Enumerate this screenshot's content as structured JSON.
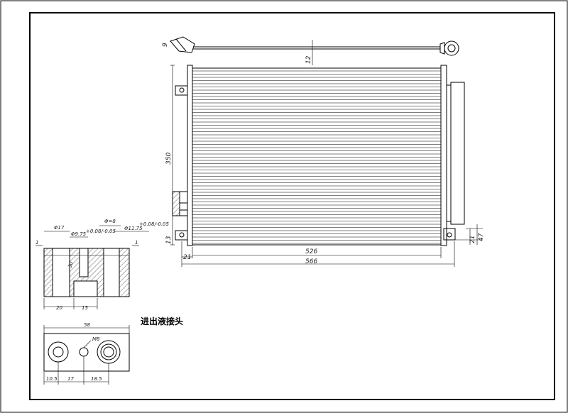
{
  "drawing": {
    "caption": "进出液接头",
    "dims": {
      "overall_width": "566",
      "core_width": "526",
      "left_offset": "21",
      "core_height": "350",
      "top_clearance": "12",
      "sensor": "9",
      "bottom_bracket": "13",
      "bottom_right_a": "21",
      "bottom_right_b": "47"
    },
    "block": {
      "d_large": "Φ17",
      "d_mid": "Φ9.75",
      "tol_mid": "+0.08/-0.05",
      "d_small": "Φ=8",
      "d_right": "Φ11.75",
      "tol_right": "+0.08/-0.05",
      "depth": "30",
      "side": "1",
      "w_left": "20",
      "w_mid": "15",
      "total_w": "58",
      "hole": "M8",
      "b_a": "10.5",
      "b_b": "17",
      "b_c": "18.5"
    }
  }
}
